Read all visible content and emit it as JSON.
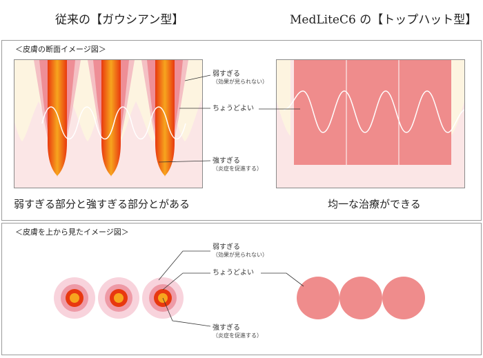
{
  "header": {
    "left_title": "従来の【ガウシアン型】",
    "right_title": "MedLiteC6 の【トップハット型】"
  },
  "cross_section": {
    "label": "＜皮膚の断面イメージ図＞",
    "weak_label": "弱すぎる",
    "weak_note": "（効果が見られない）",
    "moderate_label": "ちょうどよい",
    "strong_label": "強すぎる",
    "strong_note": "（炎症を促進する）",
    "left_caption": "弱すぎる部分と強すぎる部分とがある",
    "right_caption": "均一な治療ができる"
  },
  "top_view": {
    "label": "＜皮膚を上から見たイメージ図＞",
    "weak_label": "弱すぎる",
    "weak_note": "（効果が見られない）",
    "moderate_label": "ちょうどよい",
    "strong_label": "強すぎる",
    "strong_note": "（炎症を促進する）"
  },
  "colors": {
    "skin_base": "#fbe6e6",
    "epidermis": "#fdf4e0",
    "beam_core": "#e8380f",
    "beam_halo": "#f2b3b8",
    "tophat_fill": "#ef8c8c",
    "wave_line": "#ffffff",
    "frame_border": "#9a9a9a"
  }
}
